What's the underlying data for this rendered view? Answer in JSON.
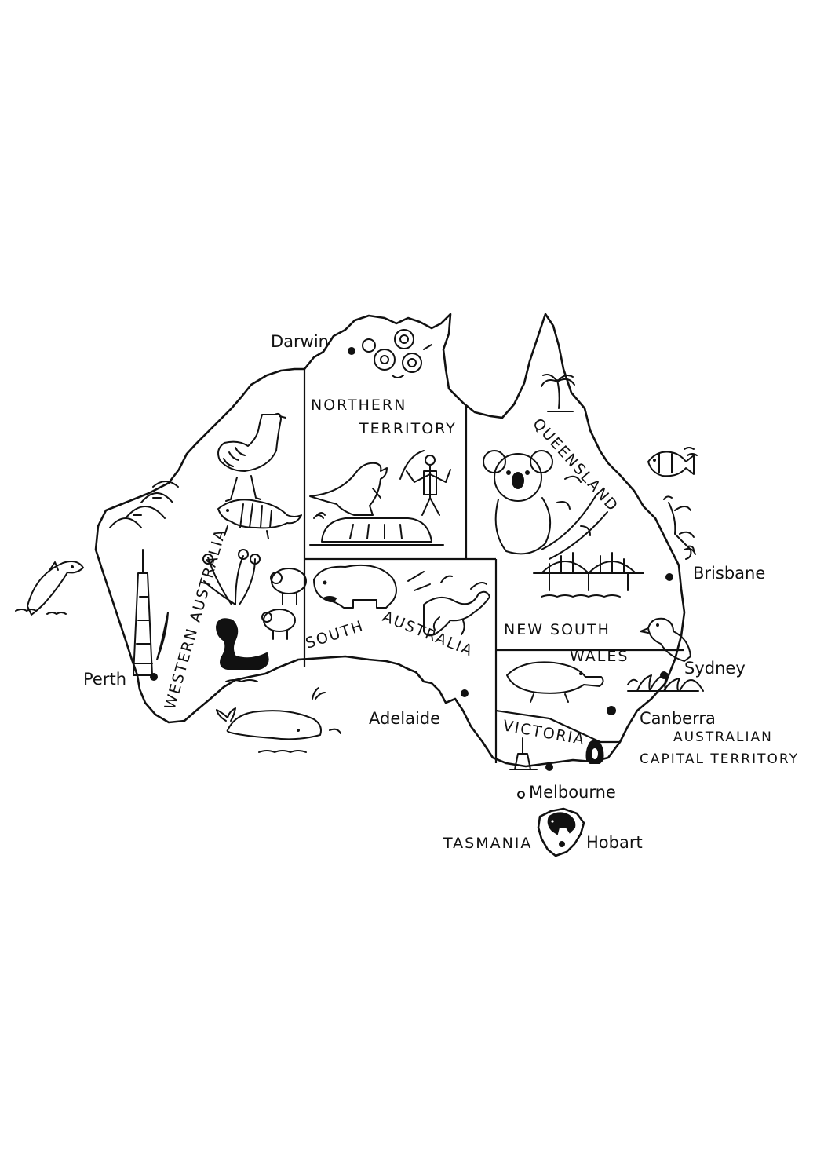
{
  "states": {
    "western_australia": "WESTERN AUSTRALIA",
    "northern_territory_1": "NORTHERN",
    "northern_territory_2": "TERRITORY",
    "queensland": "QUEENSLAND",
    "south_australia_1": "SOUTH",
    "south_australia_2": "AUSTRALIA",
    "new_south_wales_1": "NEW SOUTH",
    "new_south_wales_2": "WALES",
    "victoria": "VICTORIA",
    "tasmania": "TASMANIA",
    "act_1": "AUSTRALIAN",
    "act_2": "CAPITAL TERRITORY"
  },
  "cities": {
    "darwin": "Darwin",
    "perth": "Perth",
    "adelaide": "Adelaide",
    "brisbane": "Brisbane",
    "sydney": "Sydney",
    "canberra": "Canberra",
    "melbourne": "Melbourne",
    "hobart": "Hobart"
  },
  "illustrations": [
    "dolphin-icon",
    "emu-icon",
    "numbat-icon",
    "sheep-icon",
    "black-swan-icon",
    "tower-icon",
    "whale-icon",
    "kangaroo-icon",
    "uluru-icon",
    "aboriginal-figure-icon",
    "flowers-icon",
    "wombat-icon",
    "sea-dragon-icon",
    "koala-icon",
    "palm-tree-icon",
    "bridge-icon",
    "clownfish-icon",
    "coral-icon",
    "platypus-icon",
    "kookaburra-icon",
    "opera-house-icon",
    "penguin-icon",
    "tasmanian-devil-icon"
  ]
}
